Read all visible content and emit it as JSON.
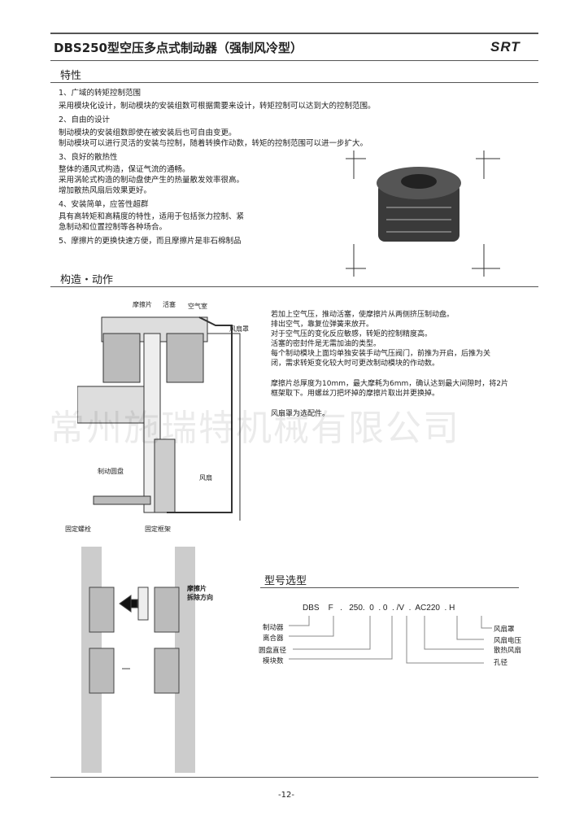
{
  "header": {
    "title": "DBS250型空压多点式制动器（强制风冷型）",
    "logo": "SRT"
  },
  "features": {
    "heading": "特性",
    "items": [
      {
        "title": "1、广域的转矩控制范围",
        "lines": [
          "采用模块化设计，制动模块的安装组数可根据需要来设计，转矩控制可以达到大的控制范围。"
        ]
      },
      {
        "title": "2、自由的设计",
        "lines": [
          "制动模块的安装组数即使在被安装后也可自由变更。",
          "制动模块可以进行灵活的安装与控制，随着转换作动数，转矩的控制范围可以进一步扩大。"
        ]
      },
      {
        "title": "3、良好的散热性",
        "lines": [
          "整体的通风式构造，保证气流的通畅。",
          "采用涡轮式构造的制动盘使产生的热量散发效率很高。",
          "增加散热风扇后效果更好。"
        ]
      },
      {
        "title": "4、安装简单，应答性超群",
        "lines": [
          "具有高转矩和高精度的特性，适用于包括张力控制、紧",
          "急制动和位置控制等各种场合。"
        ]
      },
      {
        "title": "5、摩擦片的更换快速方便，而且摩擦片是非石棉制品",
        "lines": []
      }
    ]
  },
  "structure": {
    "heading": "构造・动作",
    "diagram_labels": {
      "friction": "摩擦片",
      "piston": "活塞",
      "air": "空气室",
      "fan_cover": "风扇罩",
      "disc": "制动圆盘",
      "fan": "风扇",
      "bolt": "固定螺栓",
      "frame": "固定框架"
    },
    "lines": [
      "若加上空气压，推动活塞，使摩擦片从两侧挤压制动盘。",
      "排出空气，靠复位弹簧来放开。",
      "对于空气压的变化反应敏感，转矩的控制精度高。",
      "活塞的密封件是无需加油的类型。",
      "每个制动模块上面均单独安装手动气压阀门，前推为开启，后推为关",
      "闭，需求转矩变化较大时可更改制动模块的作动数。"
    ],
    "lines2": [
      "摩擦片总厚度为10mm，最大摩耗为6mm，确认达到最大间隙时，将2片",
      "框架取下。用螺丝刀把坏掉的摩擦片取出并更换掉。"
    ],
    "note": "风扇罩为选配件。",
    "removal_label_1": "摩擦片",
    "removal_label_2": "拆除方向"
  },
  "model": {
    "heading": "型号选型",
    "code": "DBS    F   .   250.  0  . 0  . /V  .  AC220  . H",
    "left_labels": [
      "制动器",
      "离合器",
      "圆盘直径",
      "模块数"
    ],
    "right_labels": [
      "风扇罩",
      "风扇电压",
      "散热风扇",
      "孔径"
    ]
  },
  "watermark": "常州施瑞特机械有限公司",
  "footer": {
    "page": "-12-"
  }
}
